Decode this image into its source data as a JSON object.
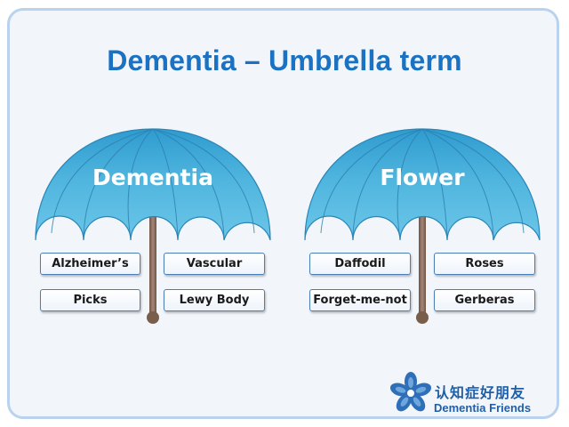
{
  "title": "Dementia – Umbrella term",
  "umbrellas": [
    {
      "label": "Dementia",
      "items": [
        "Alzheimer’s",
        "Vascular",
        "Picks",
        "Lewy Body"
      ]
    },
    {
      "label": "Flower",
      "items": [
        "Daffodil",
        "Roses",
        "Forget-me-not",
        "Gerberas"
      ]
    }
  ],
  "logo": {
    "chinese": "认知症好朋友",
    "english": "Dementia Friends"
  },
  "colors": {
    "title": "#1b72c2",
    "umbrella_fill": "#4fb3dd",
    "umbrella_edge": "#2a86b8",
    "handle": "#8a6a55",
    "logo": "#1f5fa8"
  }
}
